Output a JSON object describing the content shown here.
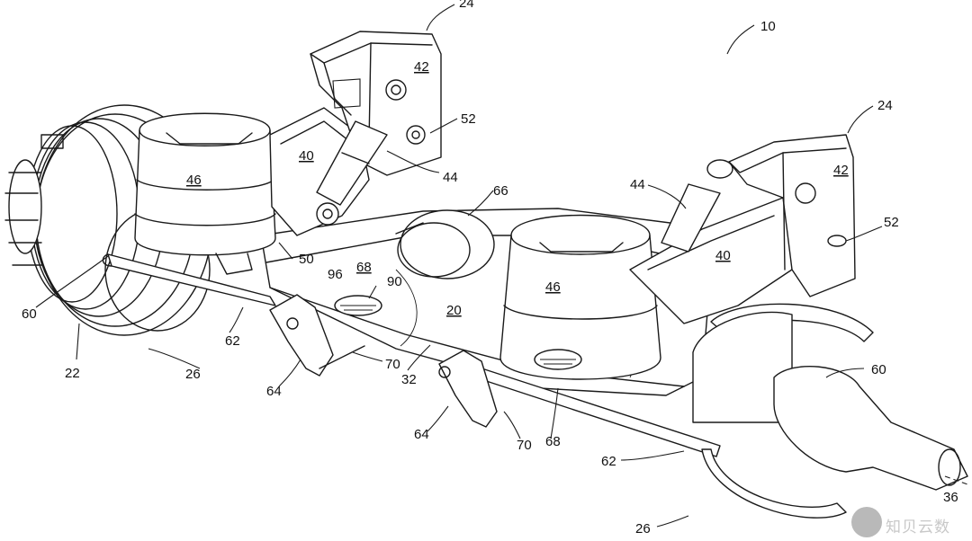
{
  "figure": {
    "refs": {
      "r10": "10",
      "r20": "20",
      "r22": "22",
      "r24a": "24",
      "r24b": "24",
      "r26a": "26",
      "r26b": "26",
      "r32": "32",
      "r36": "36",
      "r40a": "40",
      "r40b": "40",
      "r42a": "42",
      "r42b": "42",
      "r44a": "44",
      "r44b": "44",
      "r46a": "46",
      "r46b": "46",
      "r50": "50",
      "r52a": "52",
      "r52b": "52",
      "r60a": "60",
      "r60b": "60",
      "r62a": "62",
      "r62b": "62",
      "r64a": "64",
      "r64b": "64",
      "r66": "66",
      "r68a": "68",
      "r68b": "68",
      "r70a": "70",
      "r70b": "70",
      "r90": "90",
      "r96": "96"
    }
  },
  "watermark": {
    "logo": "circle-logo-icon",
    "text": "知贝云数"
  }
}
